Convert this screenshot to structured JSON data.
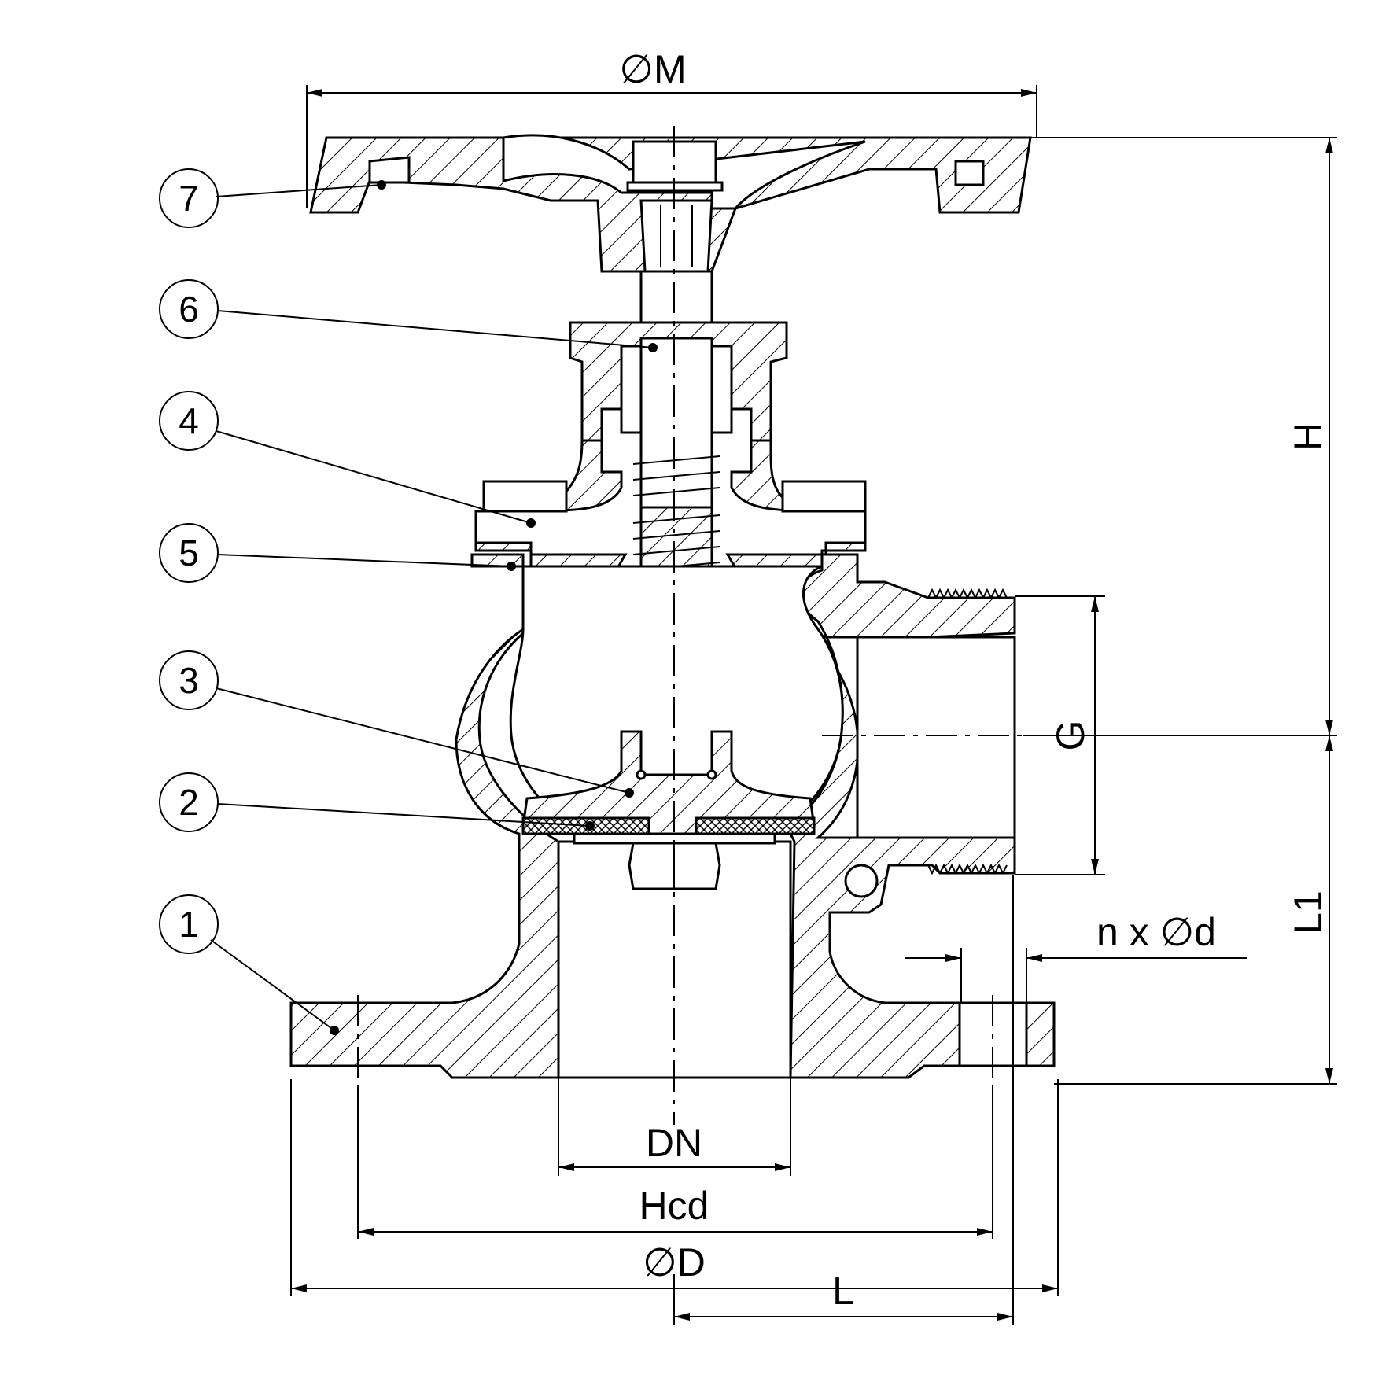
{
  "dimensions": {
    "M": "∅M",
    "H": "H",
    "G": "G",
    "L1": "L1",
    "nd": "n x ∅d",
    "DN": "DN",
    "Hcd": "Hcd",
    "D": "∅D",
    "L": "L"
  },
  "parts": [
    "1",
    "2",
    "3",
    "4",
    "5",
    "6",
    "7"
  ]
}
